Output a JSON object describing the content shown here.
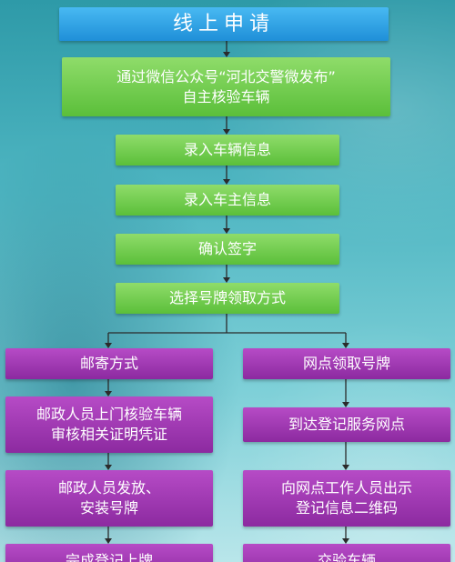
{
  "title": "线上申请",
  "steps": {
    "s1_line1": "通过微信公众号“河北交警微发布”",
    "s1_line2": "自主核验车辆",
    "s2": "录入车辆信息",
    "s3": "录入车主信息",
    "s4": "确认签字",
    "s5": "选择号牌领取方式"
  },
  "left_branch": {
    "b1": "邮寄方式",
    "b2_line1": "邮政人员上门核验车辆",
    "b2_line2": "审核相关证明凭证",
    "b3_line1": "邮政人员发放、",
    "b3_line2": "安装号牌",
    "b4": "完成登记上牌"
  },
  "right_branch": {
    "b1": "网点领取号牌",
    "b2": "到达登记服务网点",
    "b3_line1": "向网点工作人员出示",
    "b3_line2": "登记信息二维码",
    "b4": "交验车辆"
  },
  "colors": {
    "title_box": "#2a9be0",
    "green_box": "#6cc94a",
    "purple_box": "#9a35ae",
    "background": "#4fb6c2"
  }
}
